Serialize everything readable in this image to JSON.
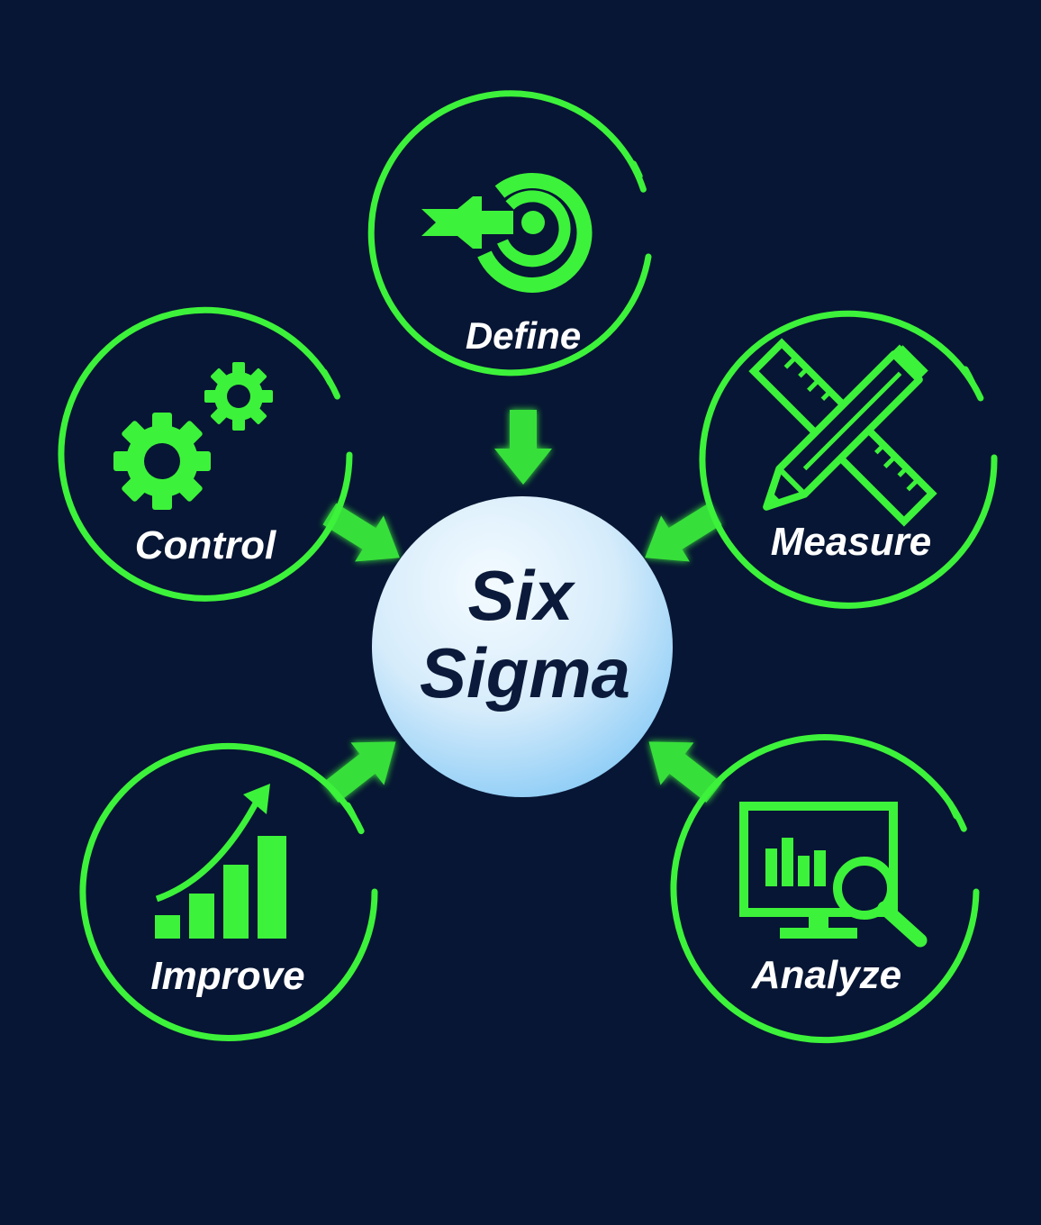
{
  "diagram": {
    "center": {
      "line1": "Six",
      "line2": "Sigma"
    },
    "phases": [
      {
        "key": "define",
        "label": "Define",
        "icon": "target-arrow-icon"
      },
      {
        "key": "measure",
        "label": "Measure",
        "icon": "ruler-pencil-icon"
      },
      {
        "key": "analyze",
        "label": "Analyze",
        "icon": "monitor-magnifier-icon"
      },
      {
        "key": "improve",
        "label": "Improve",
        "icon": "rising-bar-chart-icon"
      },
      {
        "key": "control",
        "label": "Control",
        "icon": "gears-icon"
      }
    ],
    "colors": {
      "background": "#071634",
      "accent": "#3df23a",
      "center_fill": "#d6ecfb",
      "center_text": "#0b1a3a",
      "label_text": "#ffffff"
    }
  }
}
